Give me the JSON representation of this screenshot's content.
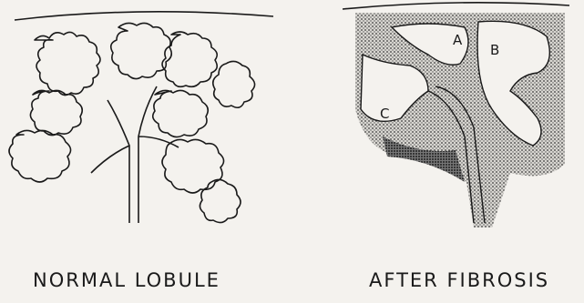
{
  "captions": {
    "normal": "NORMAL LOBULE",
    "fibrosis": "AFTER FIBROSIS"
  },
  "fibrosis_labels": {
    "a": "A",
    "b": "B",
    "c": "C"
  },
  "colors": {
    "ink": "#1a1a1a",
    "paper": "#f4f2ee",
    "stipple": "#3a3a3a"
  }
}
